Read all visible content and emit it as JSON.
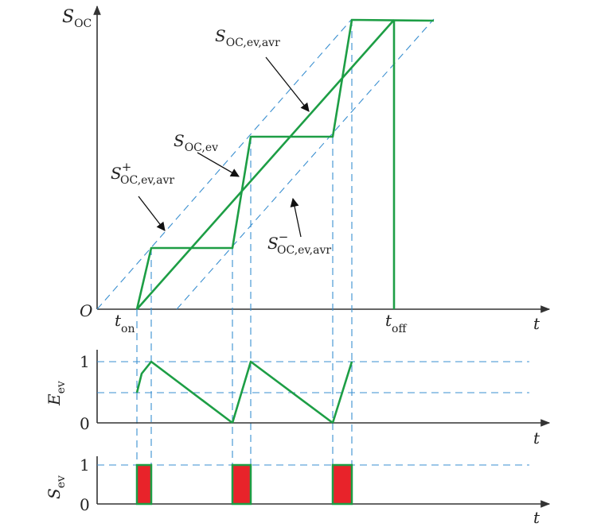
{
  "labels": {
    "s_oc": {
      "main": "S",
      "sub": "OC"
    },
    "s_oc_ev_avr": {
      "main": "S",
      "sub": "OC,ev,avr"
    },
    "s_oc_ev": {
      "main": "S",
      "sub": "OC,ev"
    },
    "s_oc_ev_avr_plus": {
      "main": "S",
      "sup": "+",
      "sub": "OC,ev,avr"
    },
    "s_oc_ev_avr_minus": {
      "main": "S",
      "sup": "−",
      "sub": "OC,ev,avr"
    },
    "origin": "O",
    "t_on": {
      "main": "t",
      "sub": "on"
    },
    "t_off": {
      "main": "t",
      "sub": "off"
    },
    "t_axis_top": "t",
    "t_axis_mid": "t",
    "t_axis_bot": "t",
    "e_ev": {
      "main": "E",
      "sub": "ev"
    },
    "s_ev": {
      "main": "S",
      "sub": "ev"
    },
    "e_tick_1": "1",
    "e_tick_0": "0",
    "s_tick_1": "1",
    "s_tick_0": "0"
  },
  "colors": {
    "curve": "#1d9e45",
    "guide": "#3a8fd0",
    "pulse": "#e8232a",
    "axis": "#333333"
  }
}
